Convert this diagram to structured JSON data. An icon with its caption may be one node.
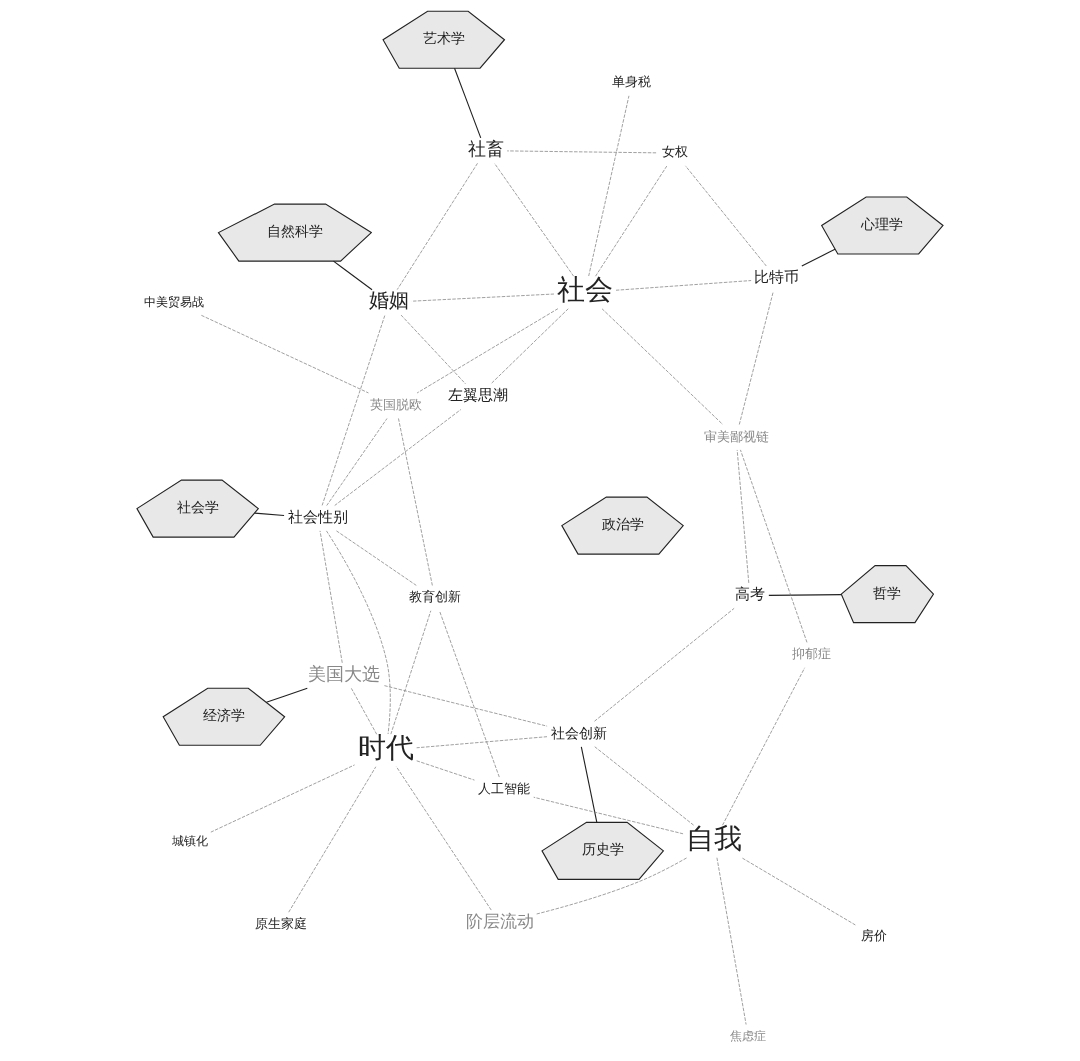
{
  "diagram": {
    "nodes": [
      {
        "text": [
          "经济学"
        ]
      },
      {
        "text": [
          "历史学"
        ]
      },
      {
        "text": [
          "社会学"
        ]
      },
      {
        "text": [
          "哲学"
        ]
      },
      {
        "text": [
          "政治学"
        ]
      },
      {
        "text": [
          "心理学"
        ]
      },
      {
        "text": [
          "艺术学"
        ]
      },
      {
        "text": [
          "自然科学"
        ]
      },
      {
        "text": [
          "美国大选"
        ]
      },
      {
        "text": [
          "城镇化"
        ]
      },
      {
        "text": [
          "阶层流动"
        ]
      },
      {
        "text": [
          "社会创新"
        ]
      },
      {
        "text": [
          "社会性别"
        ]
      },
      {
        "text": [
          "时代"
        ]
      },
      {
        "text": [
          "房价"
        ]
      },
      {
        "text": [
          "原生家庭"
        ]
      },
      {
        "text": [
          "自我"
        ]
      },
      {
        "text": [
          "高考"
        ]
      },
      {
        "text": [
          "人工智能"
        ]
      },
      {
        "text": [
          "中美贸易战"
        ]
      },
      {
        "text": [
          "教育创新"
        ]
      },
      {
        "text": [
          "抑郁症"
        ]
      },
      {
        "text": [
          "焦虑症"
        ]
      },
      {
        "text": [
          "英国脱欧"
        ]
      },
      {
        "text": [
          "社会"
        ]
      },
      {
        "text": [
          "左翼思潮"
        ]
      },
      {
        "text": [
          "审美鄙视链"
        ]
      },
      {
        "text": [
          "单身税"
        ]
      },
      {
        "text": [
          "比特币"
        ]
      },
      {
        "text": [
          "女权"
        ]
      },
      {
        "text": [
          "社畜"
        ]
      },
      {
        "text": [
          "婚姻"
        ]
      }
    ],
    "edges": [
      {
        "from": 0,
        "to": 8,
        "arrow": "none"
      },
      {
        "from": 1,
        "to": 11,
        "arrow": "none"
      },
      {
        "from": 2,
        "to": 12,
        "arrow": "none"
      },
      {
        "from": 3,
        "to": 17,
        "arrow": "none"
      },
      {
        "from": 5,
        "to": 28,
        "arrow": "none"
      },
      {
        "from": 6,
        "to": 30,
        "arrow": "none"
      },
      {
        "from": 7,
        "to": 31,
        "arrow": "none"
      },
      {
        "from": 8,
        "to": 11,
        "arrow": "none",
        "style": "dashed"
      },
      {
        "from": 8,
        "to": 12,
        "arrow": "none",
        "style": "dashed"
      },
      {
        "from": 8,
        "to": 13,
        "arrow": "none",
        "style": "dashed"
      },
      {
        "from": 9,
        "to": 13,
        "arrow": "none",
        "style": "dashed"
      },
      {
        "from": 10,
        "to": 13,
        "arrow": "none",
        "style": "dashed"
      },
      {
        "from": 10,
        "to": 16,
        "arrow": "none",
        "style": "dashed"
      },
      {
        "from": 11,
        "to": 13,
        "arrow": "none",
        "style": "dashed"
      },
      {
        "from": 11,
        "to": 16,
        "arrow": "none",
        "style": "dashed"
      },
      {
        "from": 11,
        "to": 17,
        "arrow": "none",
        "style": "dashed"
      },
      {
        "from": 12,
        "to": 13,
        "arrow": "none",
        "style": "dashed"
      },
      {
        "from": 12,
        "to": 20,
        "arrow": "none",
        "style": "dashed"
      },
      {
        "from": 12,
        "to": 23,
        "arrow": "none",
        "style": "dashed"
      },
      {
        "from": 12,
        "to": 25,
        "arrow": "none",
        "style": "dashed"
      },
      {
        "from": 12,
        "to": 31,
        "arrow": "none",
        "style": "dashed"
      },
      {
        "from": 14,
        "to": 16,
        "arrow": "none",
        "style": "dashed"
      },
      {
        "from": 15,
        "to": 13,
        "arrow": "none",
        "style": "dashed"
      },
      {
        "from": 16,
        "to": 18,
        "arrow": "none",
        "style": "dashed"
      },
      {
        "from": 16,
        "to": 21,
        "arrow": "none",
        "style": "dashed"
      },
      {
        "from": 16,
        "to": 22,
        "arrow": "none",
        "style": "dashed"
      },
      {
        "from": 13,
        "to": 18,
        "arrow": "none",
        "style": "dashed"
      },
      {
        "from": 13,
        "to": 20,
        "arrow": "none",
        "style": "dashed"
      },
      {
        "from": 18,
        "to": 20,
        "arrow": "none",
        "style": "dashed"
      },
      {
        "from": 19,
        "to": 23,
        "arrow": "none",
        "style": "dashed"
      },
      {
        "from": 20,
        "to": 23,
        "arrow": "none",
        "style": "dashed"
      },
      {
        "from": 17,
        "to": 26,
        "arrow": "none",
        "style": "dashed"
      },
      {
        "from": 21,
        "to": 26,
        "arrow": "none",
        "style": "dashed"
      },
      {
        "from": 24,
        "to": 23,
        "arrow": "none",
        "style": "dashed"
      },
      {
        "from": 24,
        "to": 25,
        "arrow": "none",
        "style": "dashed"
      },
      {
        "from": 24,
        "to": 26,
        "arrow": "none",
        "style": "dashed"
      },
      {
        "from": 24,
        "to": 27,
        "arrow": "none",
        "style": "dashed"
      },
      {
        "from": 24,
        "to": 28,
        "arrow": "none",
        "style": "dashed"
      },
      {
        "from": 24,
        "to": 29,
        "arrow": "none",
        "style": "dashed"
      },
      {
        "from": 24,
        "to": 30,
        "arrow": "none",
        "style": "dashed"
      },
      {
        "from": 24,
        "to": 31,
        "arrow": "none",
        "style": "dashed"
      },
      {
        "from": 26,
        "to": 28,
        "arrow": "none",
        "style": "dashed"
      },
      {
        "from": 28,
        "to": 29,
        "arrow": "none",
        "style": "dashed"
      },
      {
        "from": 29,
        "to": 30,
        "arrow": "none",
        "style": "dashed"
      },
      {
        "from": 30,
        "to": 31,
        "arrow": "none",
        "style": "dashed"
      },
      {
        "from": 31,
        "to": 25,
        "arrow": "none",
        "style": "dashed"
      }
    ]
  }
}
